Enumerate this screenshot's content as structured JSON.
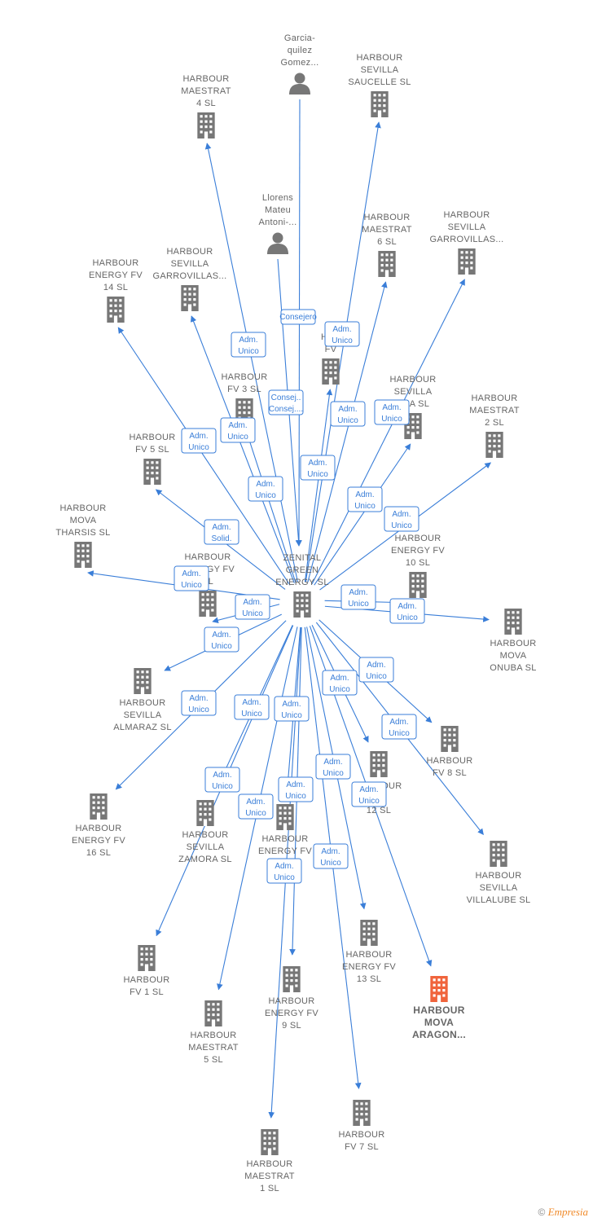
{
  "colors": {
    "edge": "#3a7ed8",
    "node": "#777777",
    "highlight": "#f0643c"
  },
  "center": {
    "id": "zenital",
    "label": [
      "ZENITAL",
      "GREEN",
      "ENERGY  SL"
    ],
    "icon": "building-icon"
  },
  "nodes": [
    {
      "id": "garcia",
      "label": [
        "Garcia-",
        "quilez",
        "Gomez..."
      ],
      "icon": "person-icon"
    },
    {
      "id": "llorens",
      "label": [
        "Llorens",
        "Mateu",
        "Antoni-..."
      ],
      "icon": "person-icon"
    },
    {
      "id": "maestrat4",
      "label": [
        "HARBOUR",
        "MAESTRAT",
        "4  SL"
      ],
      "icon": "building-icon"
    },
    {
      "id": "saucelle",
      "label": [
        "HARBOUR",
        "SEVILLA",
        "SAUCELLE  SL"
      ],
      "icon": "building-icon"
    },
    {
      "id": "maestrat6",
      "label": [
        "HARBOUR",
        "MAESTRAT",
        "6  SL"
      ],
      "icon": "building-icon"
    },
    {
      "id": "garrov1",
      "label": [
        "HARBOUR",
        "SEVILLA",
        "GARROVILLAS..."
      ],
      "icon": "building-icon"
    },
    {
      "id": "garrov2",
      "label": [
        "HARBOUR",
        "SEVILLA",
        "GARROVILLAS..."
      ],
      "icon": "building-icon"
    },
    {
      "id": "fv14",
      "label": [
        "HARBOUR",
        "ENERGY FV",
        "14  SL"
      ],
      "icon": "building-icon"
    },
    {
      "id": "fvhidden",
      "label": [
        "HAR",
        "FV"
      ],
      "icon": "building-icon"
    },
    {
      "id": "fv3",
      "label": [
        "HARBOUR",
        "FV 3  SL"
      ],
      "icon": "building-icon"
    },
    {
      "id": "sevena",
      "label": [
        "HARBOUR",
        "SEVILLA",
        "ENA  SL"
      ],
      "icon": "building-icon"
    },
    {
      "id": "maestrat2",
      "label": [
        "HARBOUR",
        "MAESTRAT",
        "2  SL"
      ],
      "icon": "building-icon"
    },
    {
      "id": "fv5",
      "label": [
        "HARBOUR",
        "FV 5  SL"
      ],
      "icon": "building-icon"
    },
    {
      "id": "tharsis",
      "label": [
        "HARBOUR",
        "MOVA",
        "THARSIS  SL"
      ],
      "icon": "building-icon"
    },
    {
      "id": "fvleft",
      "label": [
        "HARBOUR",
        "ENERGY FV",
        "SL"
      ],
      "icon": "building-icon"
    },
    {
      "id": "fv10",
      "label": [
        "HARBOUR",
        "ENERGY FV",
        "10  SL"
      ],
      "icon": "building-icon"
    },
    {
      "id": "onuba",
      "label": [
        "HARBOUR",
        "MOVA",
        "ONUBA  SL"
      ],
      "icon": "building-icon"
    },
    {
      "id": "almaraz",
      "label": [
        "HARBOUR",
        "SEVILLA",
        "ALMARAZ  SL"
      ],
      "icon": "building-icon"
    },
    {
      "id": "fv8",
      "label": [
        "HARBOUR",
        "FV 8  SL"
      ],
      "icon": "building-icon"
    },
    {
      "id": "fv12",
      "label": [
        "HARBOUR",
        "FV",
        "12  SL"
      ],
      "icon": "building-icon"
    },
    {
      "id": "fv16",
      "label": [
        "HARBOUR",
        "ENERGY FV",
        "16  SL"
      ],
      "icon": "building-icon"
    },
    {
      "id": "zamora",
      "label": [
        "HARBOUR",
        "SEVILLA",
        "ZAMORA  SL"
      ],
      "icon": "building-icon"
    },
    {
      "id": "fvmid",
      "label": [
        "HARBOUR",
        "ENERGY FV"
      ],
      "icon": "building-icon"
    },
    {
      "id": "villalube",
      "label": [
        "HARBOUR",
        "SEVILLA",
        "VILLALUBE  SL"
      ],
      "icon": "building-icon"
    },
    {
      "id": "fv1",
      "label": [
        "HARBOUR",
        "FV 1  SL"
      ],
      "icon": "building-icon"
    },
    {
      "id": "fv13",
      "label": [
        "HARBOUR",
        "ENERGY FV",
        "13  SL"
      ],
      "icon": "building-icon"
    },
    {
      "id": "aragon",
      "label": [
        "HARBOUR",
        "MOVA",
        "ARAGON..."
      ],
      "icon": "building-icon",
      "highlight": true
    },
    {
      "id": "maestrat5",
      "label": [
        "HARBOUR",
        "MAESTRAT",
        "5  SL"
      ],
      "icon": "building-icon"
    },
    {
      "id": "fv9",
      "label": [
        "HARBOUR",
        "ENERGY FV",
        "9  SL"
      ],
      "icon": "building-icon"
    },
    {
      "id": "fv7",
      "label": [
        "HARBOUR",
        "FV 7  SL"
      ],
      "icon": "building-icon"
    },
    {
      "id": "maestrat1",
      "label": [
        "HARBOUR",
        "MAESTRAT",
        "1  SL"
      ],
      "icon": "building-icon"
    }
  ],
  "edges": [
    {
      "to": "garcia",
      "label": [
        "Consejero"
      ],
      "incoming": true
    },
    {
      "to": "llorens",
      "label": [
        "Consej..",
        "Consej...."
      ],
      "incoming": true
    },
    {
      "to": "maestrat4",
      "label": [
        "Adm.",
        "Unico"
      ]
    },
    {
      "to": "saucelle",
      "label": [
        "Adm.",
        "Unico"
      ]
    },
    {
      "to": "maestrat6",
      "label": [
        "Adm.",
        "Unico"
      ]
    },
    {
      "to": "garrov1",
      "label": [
        "Adm.",
        "Unico"
      ]
    },
    {
      "to": "garrov2",
      "label": [
        "Adm.",
        "Unico"
      ]
    },
    {
      "to": "fv14",
      "label": [
        "Adm.",
        "Unico"
      ]
    },
    {
      "to": "fvhidden",
      "label": [
        "Adm.",
        "Unico"
      ]
    },
    {
      "to": "fv3",
      "label": [
        "Adm.",
        "Unico"
      ]
    },
    {
      "to": "sevena",
      "label": [
        "Adm.",
        "Unico"
      ]
    },
    {
      "to": "maestrat2",
      "label": [
        "Adm.",
        "Unico"
      ]
    },
    {
      "to": "fv5",
      "label": [
        "Adm.",
        "Solid."
      ]
    },
    {
      "to": "tharsis",
      "label": [
        "Adm.",
        "Unico"
      ]
    },
    {
      "to": "fvleft",
      "label": [
        "Adm.",
        "Unico"
      ]
    },
    {
      "to": "fv10",
      "label": [
        "Adm.",
        "Unico"
      ]
    },
    {
      "to": "onuba",
      "label": [
        "Adm.",
        "Unico"
      ]
    },
    {
      "to": "almaraz",
      "label": [
        "Adm.",
        "Unico"
      ]
    },
    {
      "to": "fv8",
      "label": [
        "Adm.",
        "Unico"
      ]
    },
    {
      "to": "fv12",
      "label": [
        "Adm.",
        "Unico"
      ]
    },
    {
      "to": "fv16",
      "label": [
        "Adm.",
        "Unico"
      ]
    },
    {
      "to": "zamora",
      "label": [
        "Adm.",
        "Unico"
      ]
    },
    {
      "to": "fvmid",
      "label": [
        "Adm.",
        "Unico"
      ]
    },
    {
      "to": "villalube",
      "label": [
        "Adm.",
        "Unico"
      ]
    },
    {
      "to": "fv1",
      "label": [
        "Adm.",
        "Unico"
      ]
    },
    {
      "to": "fv13",
      "label": [
        "Adm.",
        "Unico"
      ]
    },
    {
      "to": "aragon",
      "label": [
        "Adm.",
        "Unico"
      ]
    },
    {
      "to": "maestrat5",
      "label": [
        "Adm.",
        "Unico"
      ]
    },
    {
      "to": "fv9",
      "label": [
        "Adm.",
        "Unico"
      ]
    },
    {
      "to": "fv7",
      "label": [
        "Adm.",
        "Unico"
      ]
    },
    {
      "to": "maestrat1",
      "label": [
        "Adm.",
        "Unico"
      ]
    }
  ],
  "footer": {
    "copyright": "©",
    "brand": "Empresia"
  }
}
